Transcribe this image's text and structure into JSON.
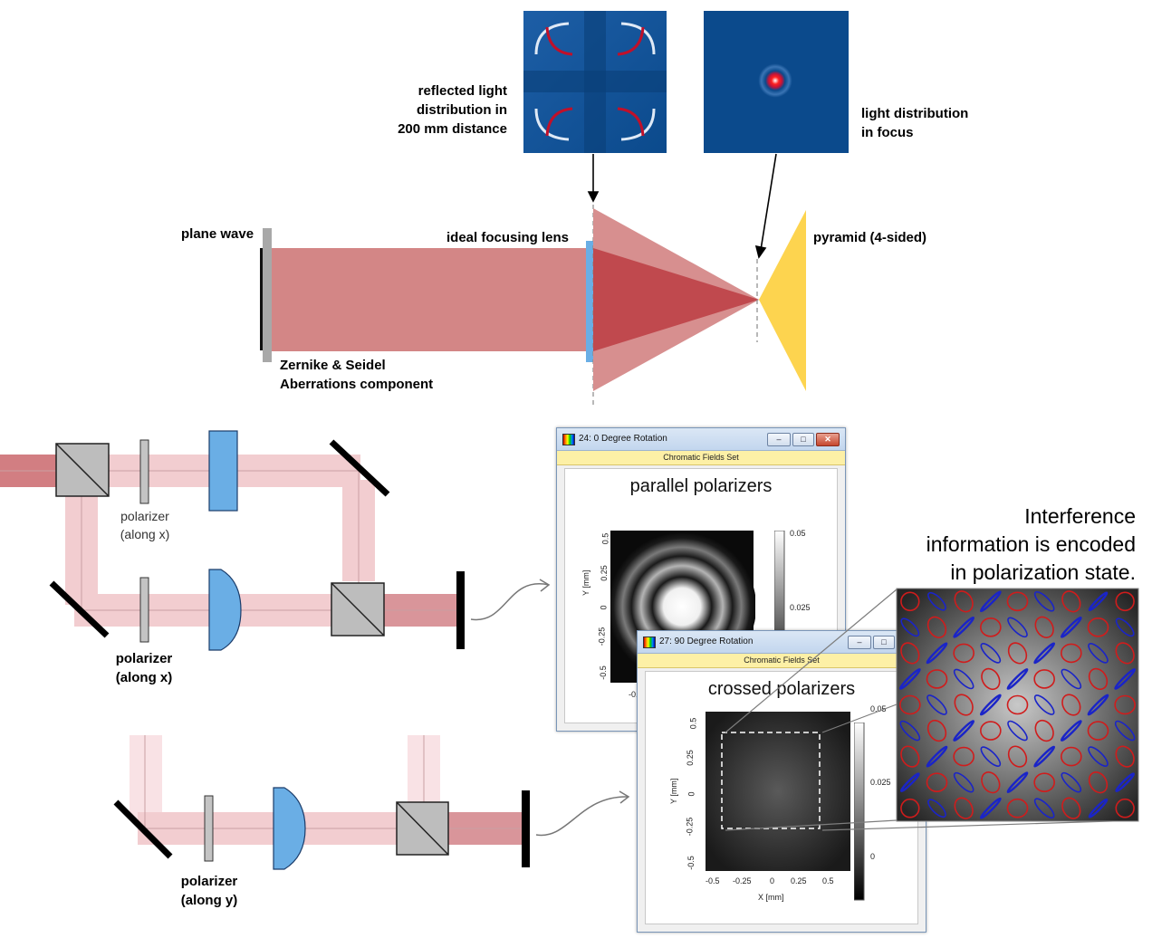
{
  "top": {
    "reflected_label": [
      "reflected light",
      "distribution in",
      "200 mm distance"
    ],
    "focus_label": [
      "light distribution",
      "in focus"
    ],
    "plane_wave": "plane wave",
    "lens_label": "ideal focusing lens",
    "pyramid_label": "pyramid (4-sided)",
    "zernike_label": [
      "Zernike & Seidel",
      "Aberrations component"
    ]
  },
  "setup": {
    "polarizer_top": [
      "polarizer",
      "(along x)"
    ],
    "polarizer_mid": [
      "polarizer",
      "(along x)"
    ],
    "polarizer_bottom": [
      "polarizer",
      "(along y)"
    ]
  },
  "window1": {
    "title": "24: 0 Degree Rotation",
    "set_label": "Chromatic Fields Set",
    "plot_title": "parallel polarizers",
    "y_axis_label": "Y [mm]",
    "y_ticks": [
      "0.5",
      "0.25",
      "0",
      "-0.25",
      "-0.5"
    ],
    "cbar_ticks": [
      "0.05",
      "0.025"
    ],
    "x_partial": "-0."
  },
  "window2": {
    "title": "27: 90 Degree Rotation",
    "set_label": "Chromatic Fields Set",
    "plot_title": "crossed polarizers",
    "y_axis_label": "Y [mm]",
    "x_axis_label": "X [mm]",
    "y_ticks": [
      "0.5",
      "0.25",
      "0",
      "-0.25",
      "-0.5"
    ],
    "x_ticks": [
      "-0.5",
      "-0.25",
      "0",
      "0.25",
      "0.5"
    ],
    "cbar_ticks": [
      "0.05",
      "0.025",
      "0"
    ]
  },
  "interference_text": [
    "Interference",
    "information is encoded",
    "in polarization state."
  ],
  "colors": {
    "beam": "#d27e7e",
    "beam_dark": "#c0494e",
    "lens_blue": "#6aaee5",
    "pyramid": "#fdd44f",
    "field_blue": "#0b4a8c",
    "ellipse_red": "#d01c1c",
    "ellipse_blue": "#1a24c8"
  },
  "icons": {
    "beam_splitter": "square-diagonal-icon",
    "mirror": "black-bar-icon",
    "detector": "black-bar-icon",
    "arrow": "curved-arrow-icon"
  }
}
